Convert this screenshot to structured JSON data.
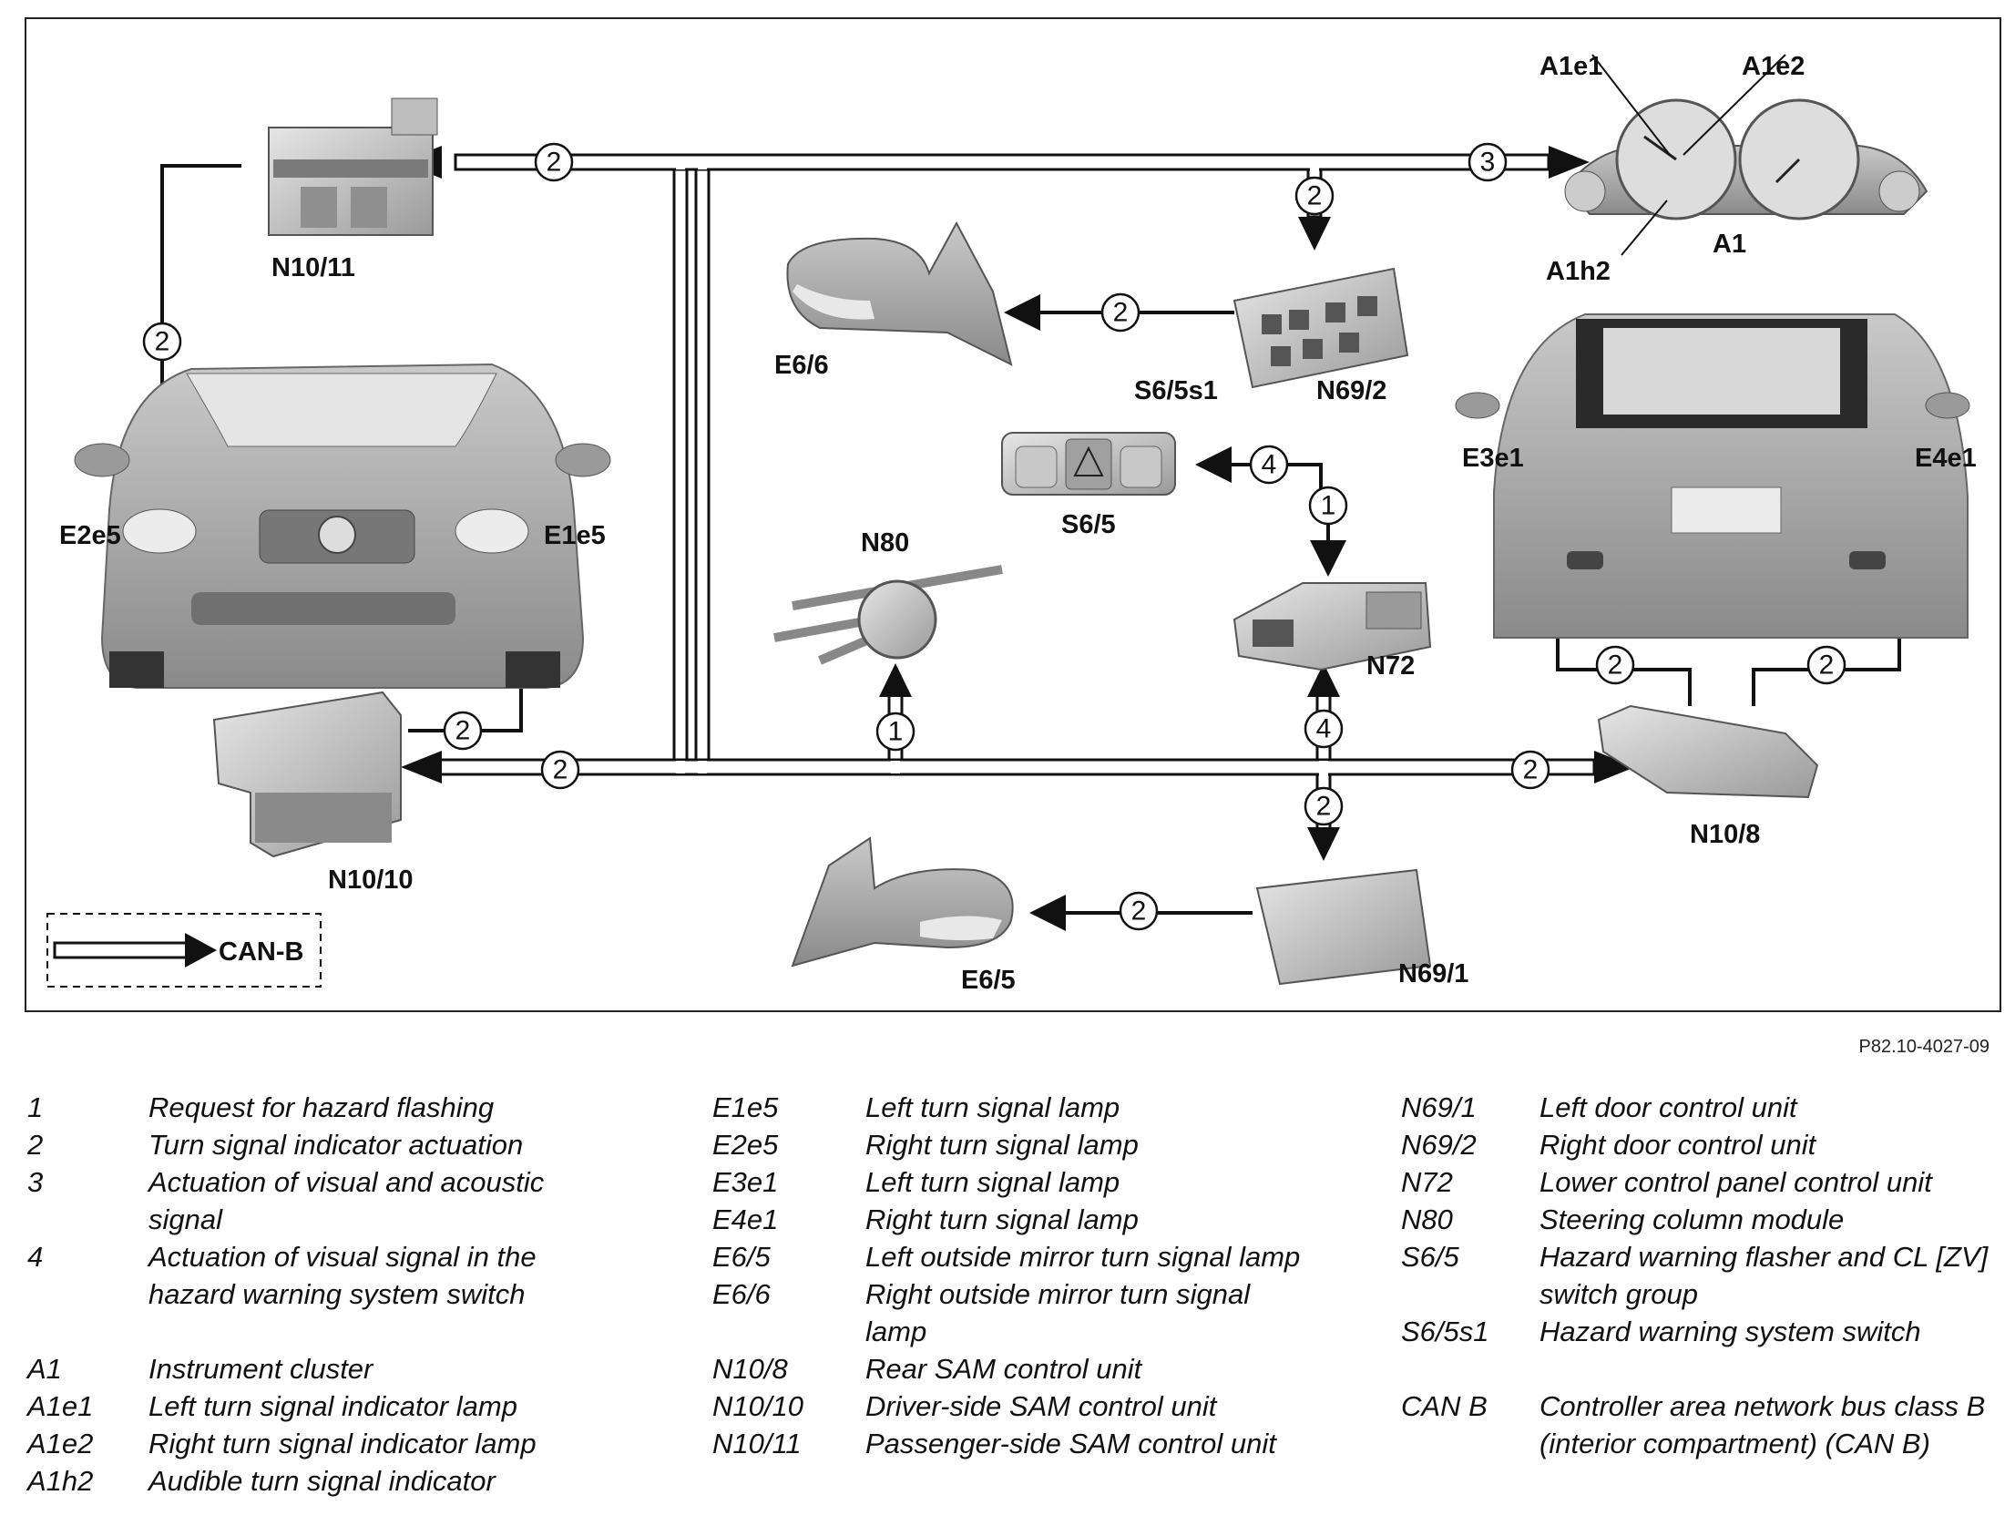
{
  "diagram": {
    "components": {
      "n10_11": "N10/11",
      "n10_10": "N10/10",
      "n10_8": "N10/8",
      "n69_1": "N69/1",
      "n69_2": "N69/2",
      "n72": "N72",
      "n80": "N80",
      "s6_5": "S6/5",
      "s6_5s1": "S6/5s1",
      "e6_5": "E6/5",
      "e6_6": "E6/6",
      "e2e5": "E2e5",
      "e1e5": "E1e5",
      "e3e1": "E3e1",
      "e4e1": "E4e1",
      "a1": "A1",
      "a1e1": "A1e1",
      "a1e2": "A1e2",
      "a1h2": "A1h2"
    },
    "numbers": {
      "one": "1",
      "two": "2",
      "three": "3",
      "four": "4"
    },
    "can_b_legend": "CAN-B",
    "reference": "P82.10-4027-09",
    "colors": {
      "bus": "#ffffff",
      "outline": "#111111",
      "car": "#a9a9a9"
    }
  },
  "legend": {
    "col1": [
      {
        "code": "1",
        "desc": "Request for hazard flashing"
      },
      {
        "code": "2",
        "desc": "Turn signal indicator actuation"
      },
      {
        "code": "3",
        "desc": "Actuation of visual and acoustic signal"
      },
      {
        "code": "4",
        "desc": "Actuation of visual signal in the hazard warning system switch"
      },
      {
        "code": "A1",
        "desc": "Instrument cluster"
      },
      {
        "code": "A1e1",
        "desc": "Left turn signal indicator lamp"
      },
      {
        "code": "A1e2",
        "desc": "Right turn signal indicator lamp"
      },
      {
        "code": "A1h2",
        "desc": "Audible turn signal indicator"
      }
    ],
    "col2": [
      {
        "code": "E1e5",
        "desc": "Left turn signal lamp"
      },
      {
        "code": "E2e5",
        "desc": "Right turn signal lamp"
      },
      {
        "code": "E3e1",
        "desc": "Left turn signal lamp"
      },
      {
        "code": "E4e1",
        "desc": "Right turn signal lamp"
      },
      {
        "code": "E6/5",
        "desc": "Left outside mirror turn signal lamp"
      },
      {
        "code": "E6/6",
        "desc": "Right outside mirror turn signal lamp"
      },
      {
        "code": "N10/8",
        "desc": "Rear SAM control unit"
      },
      {
        "code": "N10/10",
        "desc": "Driver-side SAM control unit"
      },
      {
        "code": "N10/11",
        "desc": "Passenger-side SAM control unit"
      }
    ],
    "col3": [
      {
        "code": "N69/1",
        "desc": "Left door control unit"
      },
      {
        "code": "N69/2",
        "desc": "Right door control unit"
      },
      {
        "code": "N72",
        "desc": "Lower control panel control unit"
      },
      {
        "code": "N80",
        "desc": "Steering column module"
      },
      {
        "code": "S6/5",
        "desc": "Hazard warning flasher and CL [ZV] switch group"
      },
      {
        "code": "S6/5s1",
        "desc": "Hazard warning system switch"
      },
      {
        "code": "CAN B",
        "desc": "Controller area network bus class B (interior compartment) (CAN B)"
      }
    ]
  }
}
